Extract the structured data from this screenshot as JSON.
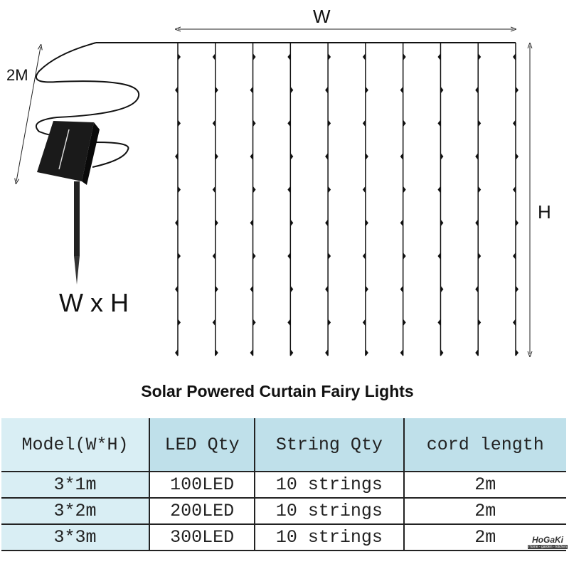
{
  "diagram": {
    "width_label": "W",
    "height_label": "H",
    "cord_label": "2M",
    "size_label": "W x H",
    "string_count": 10,
    "bulbs_per_string": 10
  },
  "title": "Solar Powered Curtain Fairy Lights",
  "table": {
    "headers": [
      "Model(W*H)",
      "LED Qty",
      "String Qty",
      "cord length"
    ],
    "rows": [
      [
        "3*1m",
        "100LED",
        "10 strings",
        "2m"
      ],
      [
        "3*2m",
        "200LED",
        "10 strings",
        "2m"
      ],
      [
        "3*3m",
        "300LED",
        "10 strings",
        "2m"
      ]
    ]
  },
  "logo": {
    "name": "HoGaKi",
    "tagline": "Home - garden - kitchen"
  }
}
